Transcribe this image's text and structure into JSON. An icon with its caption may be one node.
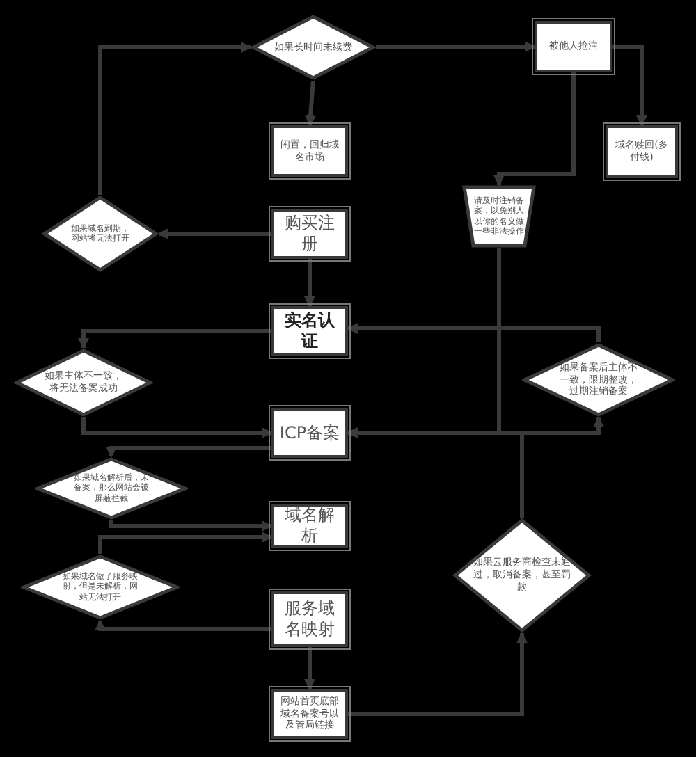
{
  "diagram": {
    "nodes": [
      {
        "text": [
          "如果长时间未续费"
        ]
      },
      {
        "text": [
          "被他人抢注"
        ]
      },
      {
        "text": [
          "闲置，回归域名市场"
        ]
      },
      {
        "text": [
          "域名赎回(多付钱)"
        ]
      },
      {
        "text": [
          "请及时注销备案，以免别人以你的名义做一些非法操作"
        ]
      },
      {
        "text": [
          "如果域名到期，网站将无法打开"
        ]
      },
      {
        "text": [
          "购买注册"
        ]
      },
      {
        "text": [
          "实名认证"
        ]
      },
      {
        "text": [
          "如果主体不一致，将无法备案成功"
        ]
      },
      {
        "text": [
          "如果备案后主体不一致，限期整改，过期注销备案"
        ]
      },
      {
        "text": [
          "ICP备案"
        ]
      },
      {
        "text": [
          "如果域名解析后，未备案，那么网站会被屏蔽拦截"
        ]
      },
      {
        "text": [
          "域名解析"
        ]
      },
      {
        "text": [
          "如果域名做了服务映射，但是未解析，网站无法打开"
        ]
      },
      {
        "text": [
          "服务域名映射"
        ]
      },
      {
        "text": [
          "如果云服务商检查未通过，取消备案，甚至罚款"
        ]
      },
      {
        "text": [
          "网站首页底部域名备案号以及管局链接"
        ]
      }
    ],
    "edges": [
      {
        "from": 0,
        "to": 2,
        "arrow": "to"
      },
      {
        "from": 0,
        "to": 1,
        "arrow": "to"
      },
      {
        "from": 1,
        "to": 3,
        "arrow": "to"
      },
      {
        "from": 1,
        "to": 4,
        "arrow": "to"
      },
      {
        "from": 4,
        "to": 10,
        "arrow": "to"
      },
      {
        "from": 5,
        "to": 0,
        "arrow": "to"
      },
      {
        "from": 6,
        "to": 5,
        "arrow": "to"
      },
      {
        "from": 6,
        "to": 7,
        "arrow": "to"
      },
      {
        "from": 7,
        "to": 8,
        "arrow": "to"
      },
      {
        "from": 8,
        "to": 10,
        "arrow": "to"
      },
      {
        "from": 10,
        "to": 11,
        "arrow": "to"
      },
      {
        "from": 11,
        "to": 12,
        "arrow": "to"
      },
      {
        "from": 13,
        "to": 12,
        "arrow": "to"
      },
      {
        "from": 14,
        "to": 13,
        "arrow": "to"
      },
      {
        "from": 14,
        "to": 16,
        "arrow": "to"
      },
      {
        "from": 16,
        "to": 15,
        "arrow": "to"
      },
      {
        "from": 15,
        "to": 10,
        "arrow": "to"
      },
      {
        "from": 10,
        "to": 9,
        "arrow": "to"
      },
      {
        "from": 9,
        "to": 7,
        "arrow": "to"
      }
    ]
  }
}
